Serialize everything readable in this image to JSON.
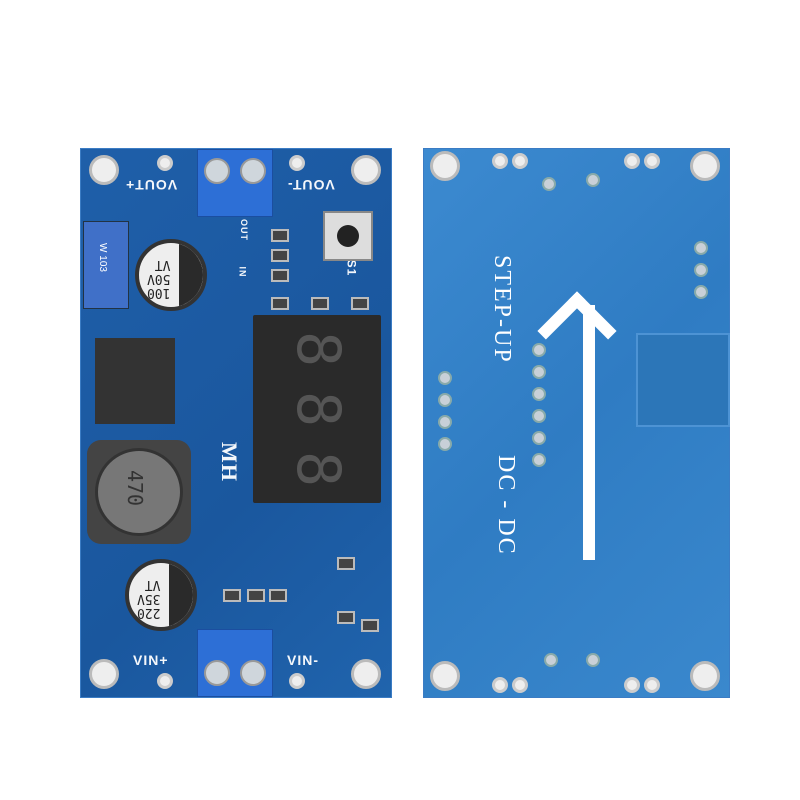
{
  "image": {
    "description": "Product photo of a DC-DC step-up (boost) converter module with 3-digit LED voltmeter, showing front and back of PCB",
    "background_color": "#ffffff",
    "board_color": "#1f5fa8"
  },
  "front": {
    "labels": {
      "vout_plus": "VOUT+",
      "vout_minus": "VOUT-",
      "vin_plus": "VIN+",
      "vin_minus": "VIN-",
      "out": "OUT",
      "in": "IN",
      "switch": "S1",
      "brand": "MH"
    },
    "components": {
      "potentiometer": "W 103",
      "cap_top": [
        "100",
        "50V",
        "VT"
      ],
      "cap_bottom": [
        "220",
        "35V",
        "VT"
      ],
      "inductor": "470",
      "display_digits": [
        "8",
        "8",
        "8"
      ]
    }
  },
  "back": {
    "text_line1": "STEP-UP",
    "text_line2": "DC - DC",
    "arrow": "up"
  }
}
